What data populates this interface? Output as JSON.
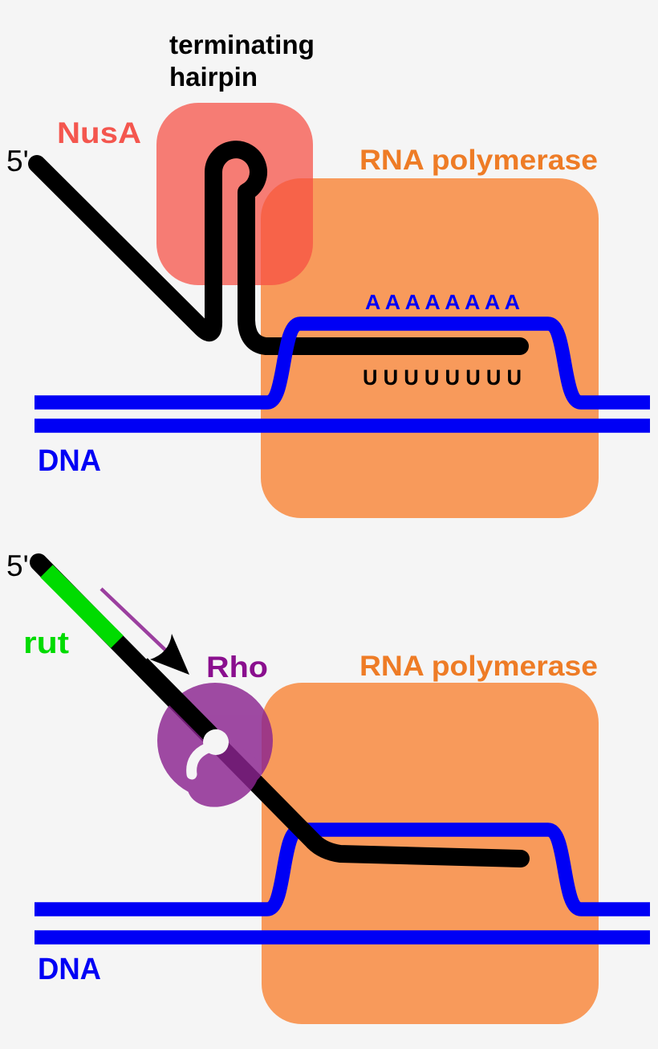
{
  "diagram": {
    "background": "#f5f5f5",
    "colors": {
      "dna_blue": "#0000f5",
      "rna_black": "#000000",
      "polymerase_fill": "#f89a5b",
      "polymerase_label": "#ee7c26",
      "nusa_fill": "rgba(247,77,66,0.72)",
      "nusa_label": "#f4564e",
      "rho_fill": "#8b2490",
      "rho_label": "#8a0f8e",
      "rut_green": "#00db00",
      "arrow_purple": "#9b3f9f"
    },
    "top_panel": {
      "five_prime_label": "5'",
      "nusa_label": "NusA",
      "hairpin_label_line1": "terminating",
      "hairpin_label_line2": "hairpin",
      "polymerase_label": "RNA polymerase",
      "poly_a_sequence": "A A A A A A A A",
      "poly_u_sequence": "U U U U U U U U",
      "dna_label": "DNA"
    },
    "bottom_panel": {
      "five_prime_label": "5'",
      "rut_label": "rut",
      "rho_label": "Rho",
      "polymerase_label": "RNA polymerase",
      "dna_label": "DNA"
    }
  }
}
